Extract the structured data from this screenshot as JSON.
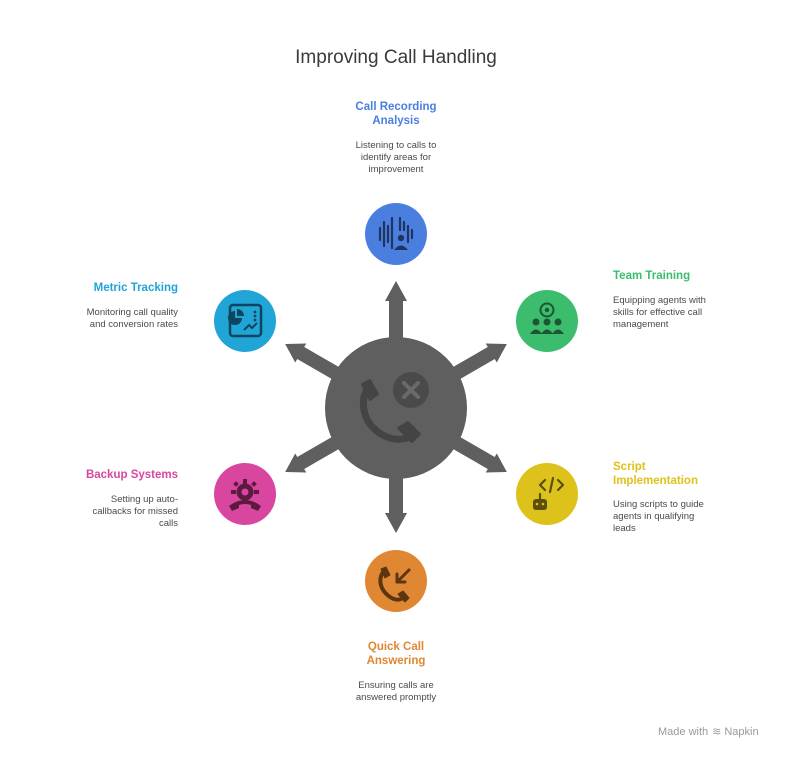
{
  "title": "Improving Call Handling",
  "colors": {
    "hub": "#5f5f5f",
    "arrow": "#5f5f5f",
    "call_recording": "#4a7fe0",
    "team_training": "#3cbd6e",
    "script_implementation": "#ddc21c",
    "quick_call_answering": "#e08733",
    "backup_systems": "#d9469f",
    "metric_tracking": "#21a4d6"
  },
  "nodes": {
    "call_recording": {
      "label_line1": "Call Recording",
      "label_line2": "Analysis",
      "desc_line1": "Listening to calls to",
      "desc_line2": "identify areas for",
      "desc_line3": "improvement",
      "icon": "audio-waveform-user-icon"
    },
    "team_training": {
      "label_line1": "Team Training",
      "desc_line1": "Equipping agents with",
      "desc_line2": "skills for effective call",
      "desc_line3": "management",
      "icon": "team-group-icon"
    },
    "script_implementation": {
      "label_line1": "Script",
      "label_line2": "Implementation",
      "desc_line1": "Using scripts to guide",
      "desc_line2": "agents in qualifying",
      "desc_line3": "leads",
      "icon": "code-robot-icon"
    },
    "quick_call_answering": {
      "label_line1": "Quick Call",
      "label_line2": "Answering",
      "desc_line1": "Ensuring calls are",
      "desc_line2": "answered promptly",
      "icon": "incoming-call-icon"
    },
    "backup_systems": {
      "label_line1": "Backup Systems",
      "desc_line1": "Setting up auto-",
      "desc_line2": "callbacks for missed",
      "desc_line3": "calls",
      "icon": "phone-gear-icon"
    },
    "metric_tracking": {
      "label_line1": "Metric Tracking",
      "desc_line1": "Monitoring call quality",
      "desc_line2": "and conversion rates",
      "icon": "analytics-dashboard-icon"
    }
  },
  "hub_icon": "missed-call-icon",
  "footer": {
    "made_with": "Made with",
    "brand": "Napkin"
  }
}
